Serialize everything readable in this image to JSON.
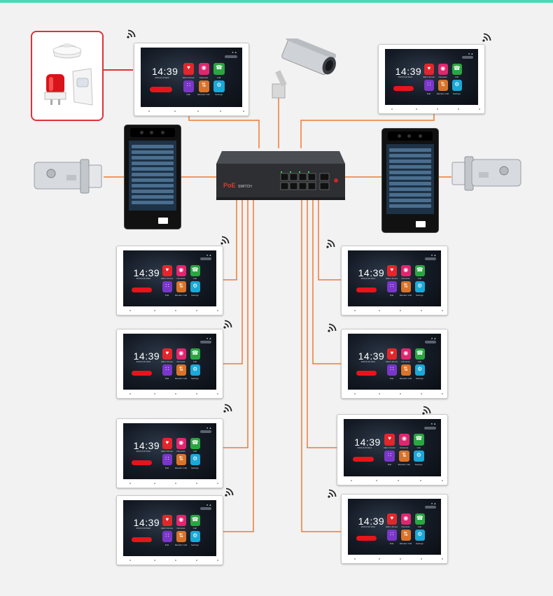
{
  "monitor_screen": {
    "time": "14:39",
    "date": "2023,8,10 Wed",
    "tiles": [
      {
        "caption": "Alarm Zones",
        "color": "#e3262b",
        "icon": "shield-icon"
      },
      {
        "caption": "Cameras",
        "color": "#e0266e",
        "icon": "camera-icon"
      },
      {
        "caption": "Call",
        "color": "#2aa641",
        "icon": "phone-icon"
      },
      {
        "caption": "Dial",
        "color": "#7a36c9",
        "icon": "keypad-icon"
      },
      {
        "caption": "Elevator Call",
        "color": "#d9732a",
        "icon": "elevator-icon"
      },
      {
        "caption": "Settings",
        "color": "#1aa8d8",
        "icon": "gear-icon"
      }
    ]
  },
  "switch": {
    "label": "SWITCH",
    "brand": "PoE"
  },
  "colors": {
    "wire": "#f07a35",
    "accent_top": "#4fd6b8",
    "sensor_box_border": "#e0313a"
  },
  "devices": {
    "sensors_box_icons": [
      "smoke-detector-icon",
      "alarm-siren-icon",
      "motion-sensor-icon"
    ],
    "camera_icon": "cctv-camera-icon",
    "lock_icon": "electric-lock-icon"
  }
}
